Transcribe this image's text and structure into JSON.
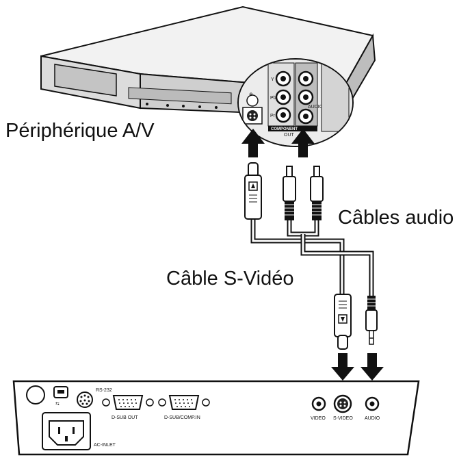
{
  "labels": {
    "av_device": "Périphérique A/V",
    "audio_cables": "Câbles audio",
    "svideo_cable": "Câble S-Vidéo"
  },
  "av_panel": {
    "component": "COMPONENT",
    "out": "OUT",
    "audio": "AUDIO",
    "y": "Y",
    "pb": "Pb",
    "pr": "Pr"
  },
  "projector_panel": {
    "rs232": "RS-232",
    "dsub_out": "D-SUB OUT",
    "dsub_comp_in": "D-SUB/COMP.IN",
    "video": "VIDEO",
    "svideo": "S-VIDEO",
    "audio": "AUDIO",
    "ac_inlet": "AC-INLET"
  },
  "colors": {
    "line": "#111111",
    "device_face": "#d9d9d9",
    "device_top": "#eeeeee"
  }
}
